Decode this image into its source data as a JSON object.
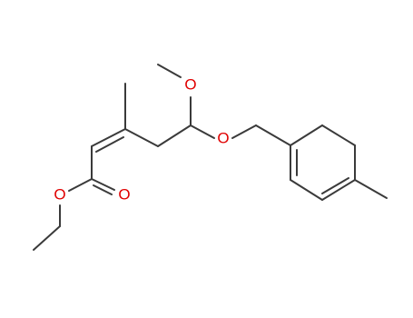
{
  "structure": {
    "atoms": {
      "o_methoxy": {
        "symbol": "O",
        "color": "#e00000"
      },
      "o_ether": {
        "symbol": "O",
        "color": "#e00000"
      },
      "o_ester_single": {
        "symbol": "O",
        "color": "#e00000"
      },
      "o_carbonyl": {
        "symbol": "O",
        "color": "#e00000"
      }
    }
  }
}
